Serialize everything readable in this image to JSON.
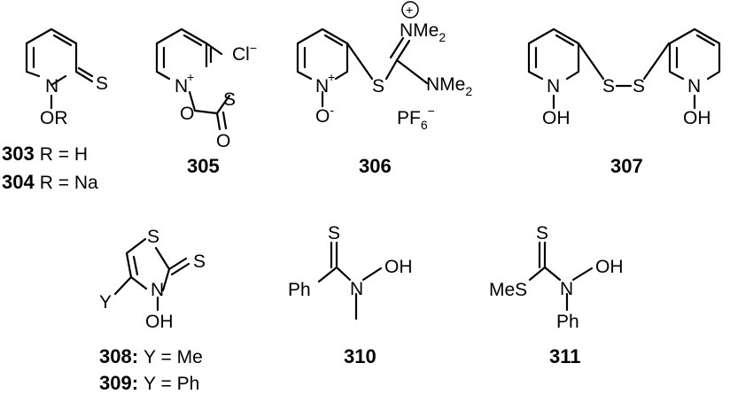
{
  "compounds": {
    "c303_304": {
      "atoms": {
        "S": "S",
        "N": "N",
        "OR": "OR"
      },
      "labels": [
        {
          "num": "303",
          "text": "R = H"
        },
        {
          "num": "304",
          "text": "R =  Na"
        }
      ]
    },
    "c305": {
      "atoms": {
        "S": "S",
        "N": "N",
        "Nplus": "+",
        "O_ring": "O",
        "O_carbonyl": "O",
        "Cl": "Cl",
        "Cl_minus": "−"
      },
      "num": "305"
    },
    "c306": {
      "atoms": {
        "S": "S",
        "N": "N",
        "Nplus": "+",
        "O": "O",
        "O_minus": "-",
        "NMe2_top": "NMe",
        "NMe2_top_sub": "2",
        "NMe2_right": "NMe",
        "NMe2_right_sub": "2",
        "plus_circle": "+",
        "PF": "PF",
        "PF_sub": "6",
        "PF_minus": "−"
      },
      "num": "306"
    },
    "c307": {
      "atoms": {
        "S1": "S",
        "S2": "S",
        "N1": "N",
        "N2": "N",
        "OH1": "OH",
        "OH2": "OH"
      },
      "num": "307"
    },
    "c308_309": {
      "atoms": {
        "S_ring": "S",
        "S_exo": "S",
        "N": "N",
        "OH": "OH",
        "Y": "Y"
      },
      "labels": [
        {
          "num": "308:",
          "text": "Y = Me"
        },
        {
          "num": "309:",
          "text": "Y = Ph"
        }
      ]
    },
    "c310": {
      "atoms": {
        "S": "S",
        "Ph": "Ph",
        "N": "N",
        "OH": "OH"
      },
      "num": "310"
    },
    "c311": {
      "atoms": {
        "S": "S",
        "MeS": "MeS",
        "N": "N",
        "OH": "OH",
        "Ph": "Ph"
      },
      "num": "311"
    }
  }
}
